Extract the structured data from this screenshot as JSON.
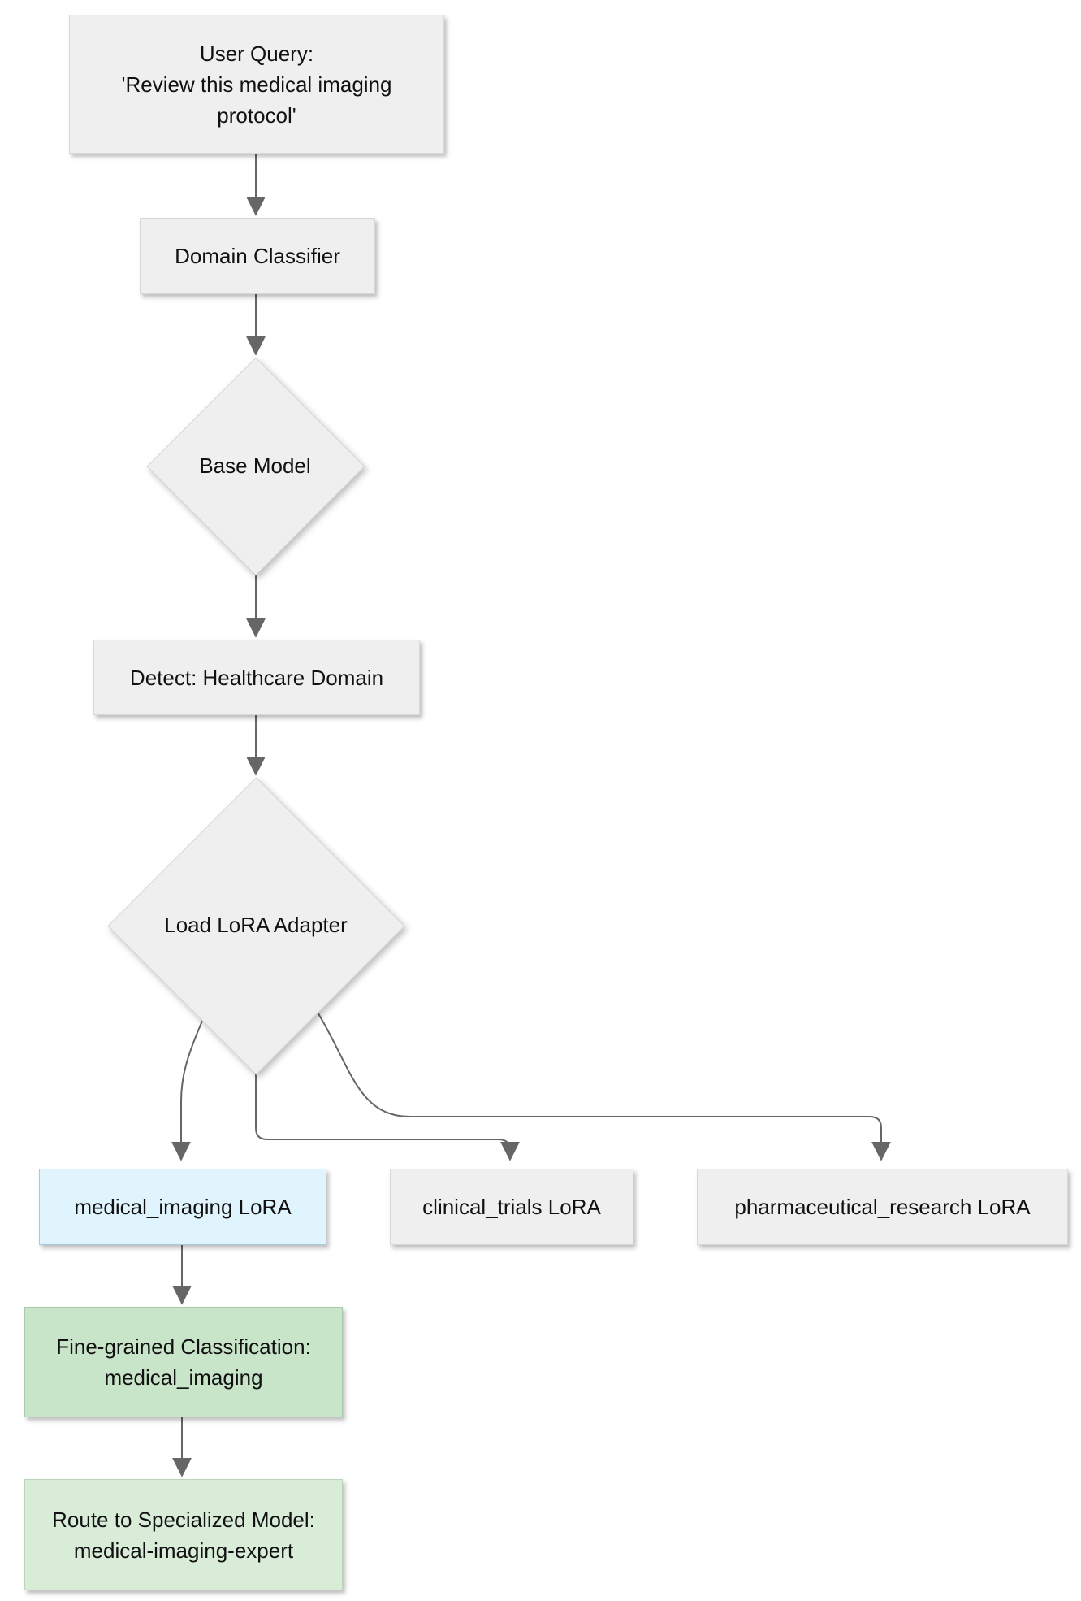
{
  "diagram": {
    "type": "flowchart",
    "direction": "top-down",
    "background": "#ffffff",
    "edge_color": "#666666",
    "nodes": {
      "user_query": {
        "label": "User Query:\n'Review this medical imaging\nprotocol'",
        "shape": "rect",
        "fill": "#efefef",
        "stroke": "#d8d8d8"
      },
      "domain_classifier": {
        "label": "Domain Classifier",
        "shape": "rect",
        "fill": "#efefef",
        "stroke": "#d8d8d8"
      },
      "base_model": {
        "label": "Base Model",
        "shape": "diamond",
        "fill": "#efefef",
        "stroke": "#d6d6d6"
      },
      "detect_healthcare": {
        "label": "Detect: Healthcare Domain",
        "shape": "rect",
        "fill": "#efefef",
        "stroke": "#d8d8d8"
      },
      "load_lora_adapter": {
        "label": "Load LoRA Adapter",
        "shape": "diamond",
        "fill": "#efefef",
        "stroke": "#d6d6d6"
      },
      "medical_imaging_lora": {
        "label": "medical_imaging LoRA",
        "shape": "rect",
        "fill": "#e0f4fd",
        "stroke": "#a6c9dd"
      },
      "clinical_trials_lora": {
        "label": "clinical_trials LoRA",
        "shape": "rect",
        "fill": "#efefef",
        "stroke": "#d8d8d8"
      },
      "pharmaceutical_research_lora": {
        "label": "pharmaceutical_research LoRA",
        "shape": "rect",
        "fill": "#efefef",
        "stroke": "#d8d8d8"
      },
      "fine_grained_classification": {
        "label": "Fine-grained Classification:\nmedical_imaging",
        "shape": "rect",
        "fill": "#c9e5c9",
        "stroke": "#aacbaa"
      },
      "route_to_specialized_model": {
        "label": "Route to Specialized Model:\nmedical-imaging-expert",
        "shape": "rect",
        "fill": "#d8ecd8",
        "stroke": "#b9d6b9"
      }
    },
    "edges": [
      {
        "from": "user_query",
        "to": "domain_classifier"
      },
      {
        "from": "domain_classifier",
        "to": "base_model"
      },
      {
        "from": "base_model",
        "to": "detect_healthcare"
      },
      {
        "from": "detect_healthcare",
        "to": "load_lora_adapter"
      },
      {
        "from": "load_lora_adapter",
        "to": "medical_imaging_lora"
      },
      {
        "from": "load_lora_adapter",
        "to": "clinical_trials_lora"
      },
      {
        "from": "load_lora_adapter",
        "to": "pharmaceutical_research_lora"
      },
      {
        "from": "medical_imaging_lora",
        "to": "fine_grained_classification"
      },
      {
        "from": "fine_grained_classification",
        "to": "route_to_specialized_model"
      }
    ]
  }
}
